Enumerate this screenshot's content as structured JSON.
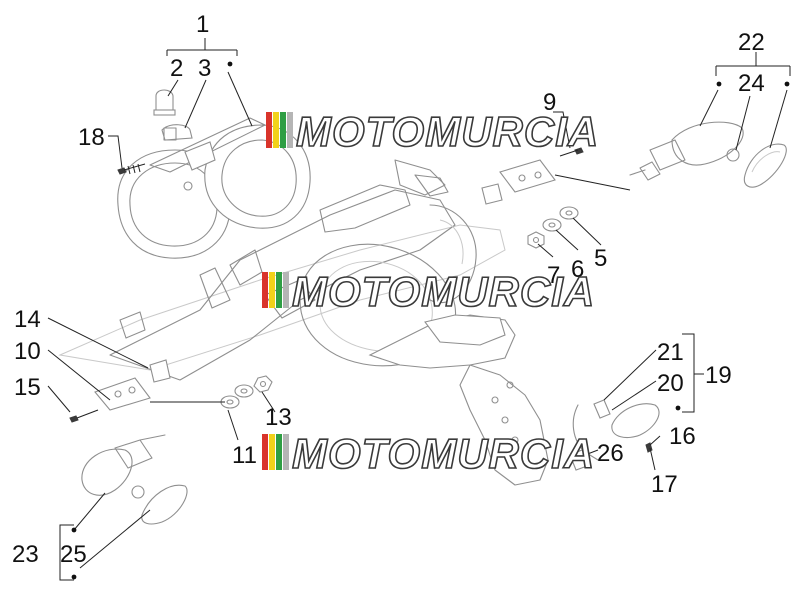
{
  "watermark": {
    "text": "MOTOMURCIA",
    "colors": {
      "red": "#d9342b",
      "yellow": "#f2d21b",
      "green": "#2f9e44",
      "grey": "#b5b5b5"
    }
  },
  "callouts": {
    "c1": "1",
    "c2": "2",
    "c3": "3",
    "c5": "5",
    "c6": "6",
    "c7": "7",
    "c9": "9",
    "c10": "10",
    "c11": "11",
    "c13": "13",
    "c14": "14",
    "c15": "15",
    "c16": "16",
    "c17": "17",
    "c18": "18",
    "c19": "19",
    "c20": "20",
    "c21": "21",
    "c22": "22",
    "c23": "23",
    "c24": "24",
    "c25": "25",
    "c26": "26"
  }
}
